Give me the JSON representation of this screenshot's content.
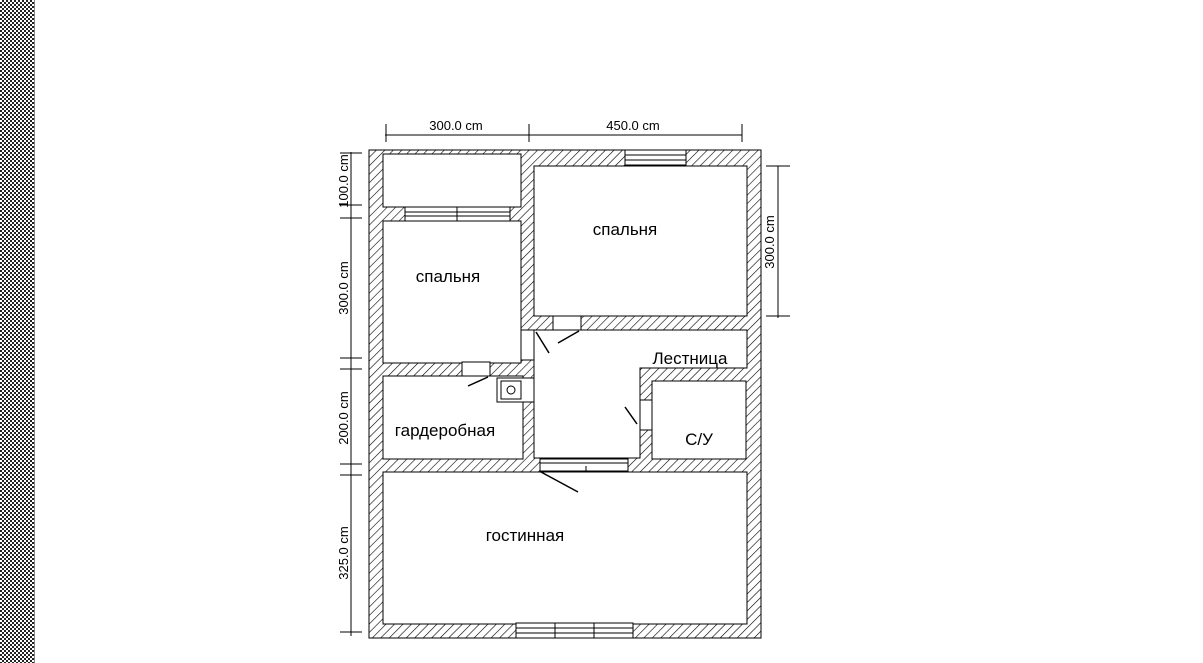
{
  "rooms": {
    "bedroom_left": "спальня",
    "bedroom_right": "спальня",
    "staircase": "Лестница",
    "wardrobe": "гардеробная",
    "bathroom": "С/У",
    "living_room": "гостинная"
  },
  "dimensions": {
    "top_left": "300.0 cm",
    "top_right": "450.0 cm",
    "left_1": "100.0 cm",
    "left_2": "300.0 cm",
    "left_3": "200.0 cm",
    "left_4": "325.0 cm",
    "right_1": "300.0 cm"
  },
  "colors": {
    "wall_hatch": "#000000",
    "background": "#ffffff"
  }
}
